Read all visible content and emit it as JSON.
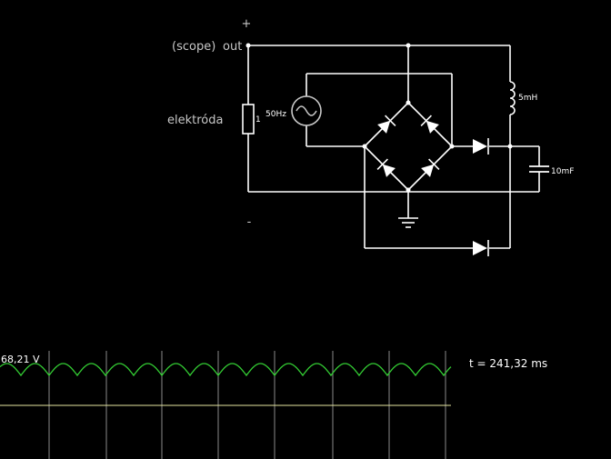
{
  "circuit": {
    "terminal_plus": "+",
    "terminal_minus": "-",
    "scope_label": "(scope)",
    "out_label": "out",
    "resistor_label": "elektróda",
    "resistor_value": "1",
    "source_label": "50Hz",
    "inductor_label": "5mH",
    "capacitor_label": "10mF"
  },
  "scope": {
    "voltage_readout": "68,21 V",
    "time_readout": "t = 241,32 ms",
    "trace_color": "#33cc33",
    "zero_line_color": "#e6e6a0",
    "grid_color": "#8a8a8a"
  },
  "colors": {
    "wire": "#ffffff",
    "background": "#000000"
  }
}
